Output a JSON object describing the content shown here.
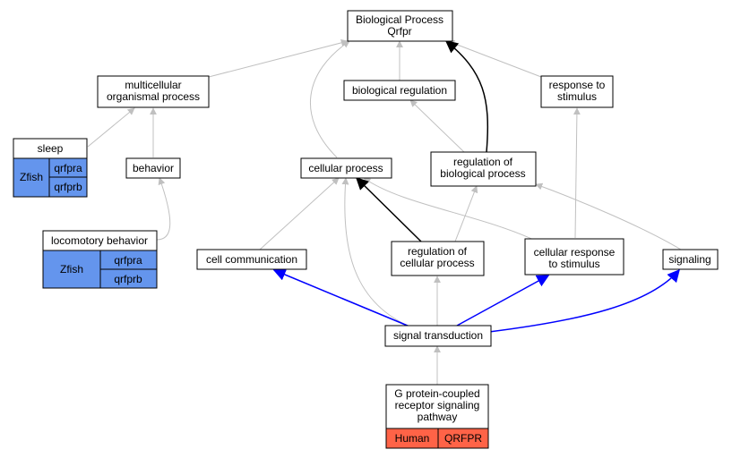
{
  "colors": {
    "edge_gray": "#c0c0c0",
    "edge_black": "#000000",
    "edge_blue": "#0000ff",
    "zfish_fill": "#6495ed",
    "human_fill": "#ff6347",
    "node_fill": "#ffffff"
  },
  "nodes": {
    "bp_root": {
      "line1": "Biological Process",
      "line2": "Qrfpr"
    },
    "multicellular": {
      "line1": "multicellular",
      "line2": "organismal process"
    },
    "bio_regulation": {
      "line1": "biological regulation"
    },
    "response_stimulus": {
      "line1": "response to",
      "line2": "stimulus"
    },
    "sleep": {
      "label": "sleep",
      "species": "Zfish",
      "genes": [
        "qrfpra",
        "qrfprb"
      ]
    },
    "behavior": {
      "line1": "behavior"
    },
    "cellular_process": {
      "line1": "cellular process"
    },
    "reg_bio_process": {
      "line1": "regulation of",
      "line2": "biological process"
    },
    "locomotory": {
      "label": "locomotory behavior",
      "species": "Zfish",
      "genes": [
        "qrfpra",
        "qrfprb"
      ]
    },
    "cell_comm": {
      "line1": "cell communication"
    },
    "reg_cell_process": {
      "line1": "regulation of",
      "line2": "cellular process"
    },
    "cell_response": {
      "line1": "cellular response",
      "line2": "to stimulus"
    },
    "signaling": {
      "line1": "signaling"
    },
    "signal_transduction": {
      "line1": "signal transduction"
    },
    "gpcr": {
      "line1": "G protein-coupled",
      "line2": "receptor signaling",
      "line3": "pathway",
      "species": "Human",
      "gene": "QRFPR"
    }
  }
}
